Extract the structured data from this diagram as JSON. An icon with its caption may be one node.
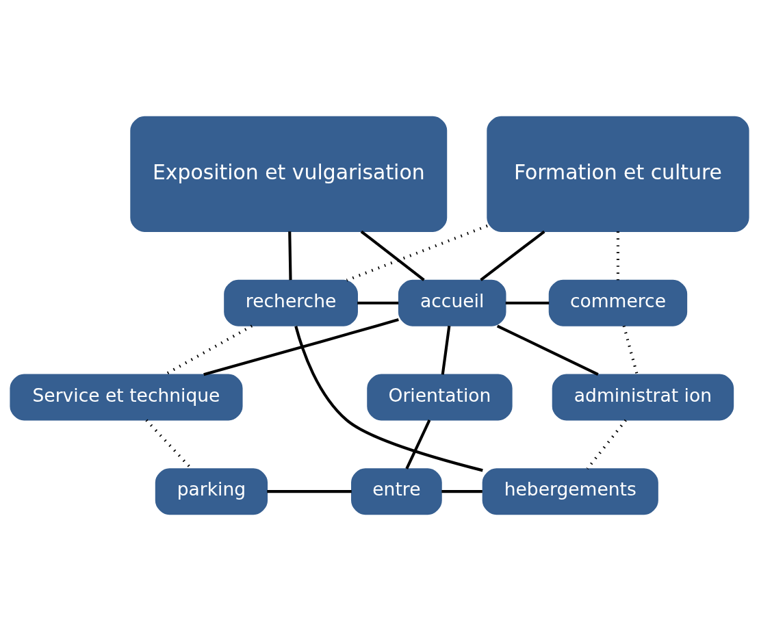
{
  "diagram": {
    "nodes": [
      {
        "text": [
          "Formation et culture"
        ]
      },
      {
        "text": [
          "Exposition et vulgarisation"
        ]
      },
      {
        "text": [
          "recherche"
        ]
      },
      {
        "text": [
          "accueil"
        ]
      },
      {
        "text": [
          "commerce"
        ]
      },
      {
        "text": [
          "Service et technique"
        ]
      },
      {
        "text": [
          "administrat ion"
        ]
      },
      {
        "text": [
          "Orientation"
        ]
      },
      {
        "text": [
          "parking"
        ]
      },
      {
        "text": [
          "entre"
        ]
      },
      {
        "text": [
          "hebergements"
        ]
      }
    ],
    "edges": [
      {
        "from": 2,
        "to": 1,
        "arrow": "none"
      },
      {
        "from": 0,
        "to": 2,
        "arrow": "none",
        "style": "dashed"
      },
      {
        "from": 0,
        "to": 3,
        "arrow": "none"
      },
      {
        "from": 0,
        "to": 4,
        "arrow": "none",
        "style": "dashed"
      },
      {
        "from": 1,
        "to": 3,
        "arrow": "none"
      },
      {
        "from": 2,
        "to": 3,
        "arrow": "none"
      },
      {
        "from": 5,
        "to": 3,
        "arrow": "none"
      },
      {
        "from": 3,
        "to": 4,
        "arrow": "none"
      },
      {
        "from": 3,
        "to": 6,
        "arrow": "none"
      },
      {
        "from": 3,
        "to": 7,
        "arrow": "none"
      },
      {
        "from": 2,
        "to": 5,
        "arrow": "none",
        "style": "dashed"
      },
      {
        "from": 5,
        "to": 8,
        "arrow": "none",
        "style": "dashed"
      },
      {
        "from": 4,
        "to": 6,
        "arrow": "none",
        "style": "dashed"
      },
      {
        "from": 6,
        "to": 10,
        "arrow": "none",
        "style": "dashed"
      },
      {
        "from": 7,
        "to": 9,
        "arrow": "none"
      },
      {
        "from": 8,
        "to": 9,
        "arrow": "none"
      },
      {
        "from": 9,
        "to": 10,
        "arrow": "none"
      },
      {
        "from": 2,
        "to": 10,
        "arrow": "none"
      }
    ]
  }
}
